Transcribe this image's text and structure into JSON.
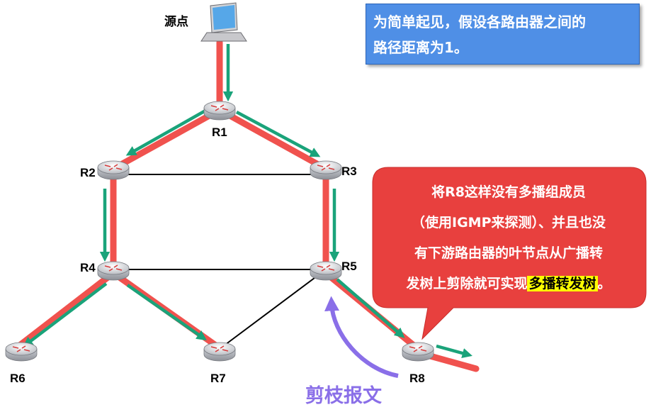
{
  "source_label": "源点",
  "info_text_line1": "为简单起见，假设各路由器之间的",
  "info_text_line2": "路径距离为1。",
  "routers": {
    "r1": "R1",
    "r2": "R2",
    "r3": "R3",
    "r4": "R4",
    "r5": "R5",
    "r6": "R6",
    "r7": "R7",
    "r8": "R8"
  },
  "callout": {
    "line1": "将R8这样没有多播组成员",
    "line2": "（使用IGMP来探测）、并且也没",
    "line3": "有下游路由器的叶节点从广播转",
    "line4_prefix": "发树上剪除就可实现",
    "line4_highlight": "多播转发树",
    "line4_suffix": "。"
  },
  "prune_label": "剪枝报文",
  "colors": {
    "tree_red": "#f0524e",
    "arrow_green": "#1aa37a",
    "callout_red": "#e8403e",
    "info_blue": "#4f8fe6",
    "prune_purple": "#8a6fe8",
    "highlight_yellow": "#ffff00"
  },
  "icons": [
    "laptop-icon",
    "router-icon"
  ]
}
